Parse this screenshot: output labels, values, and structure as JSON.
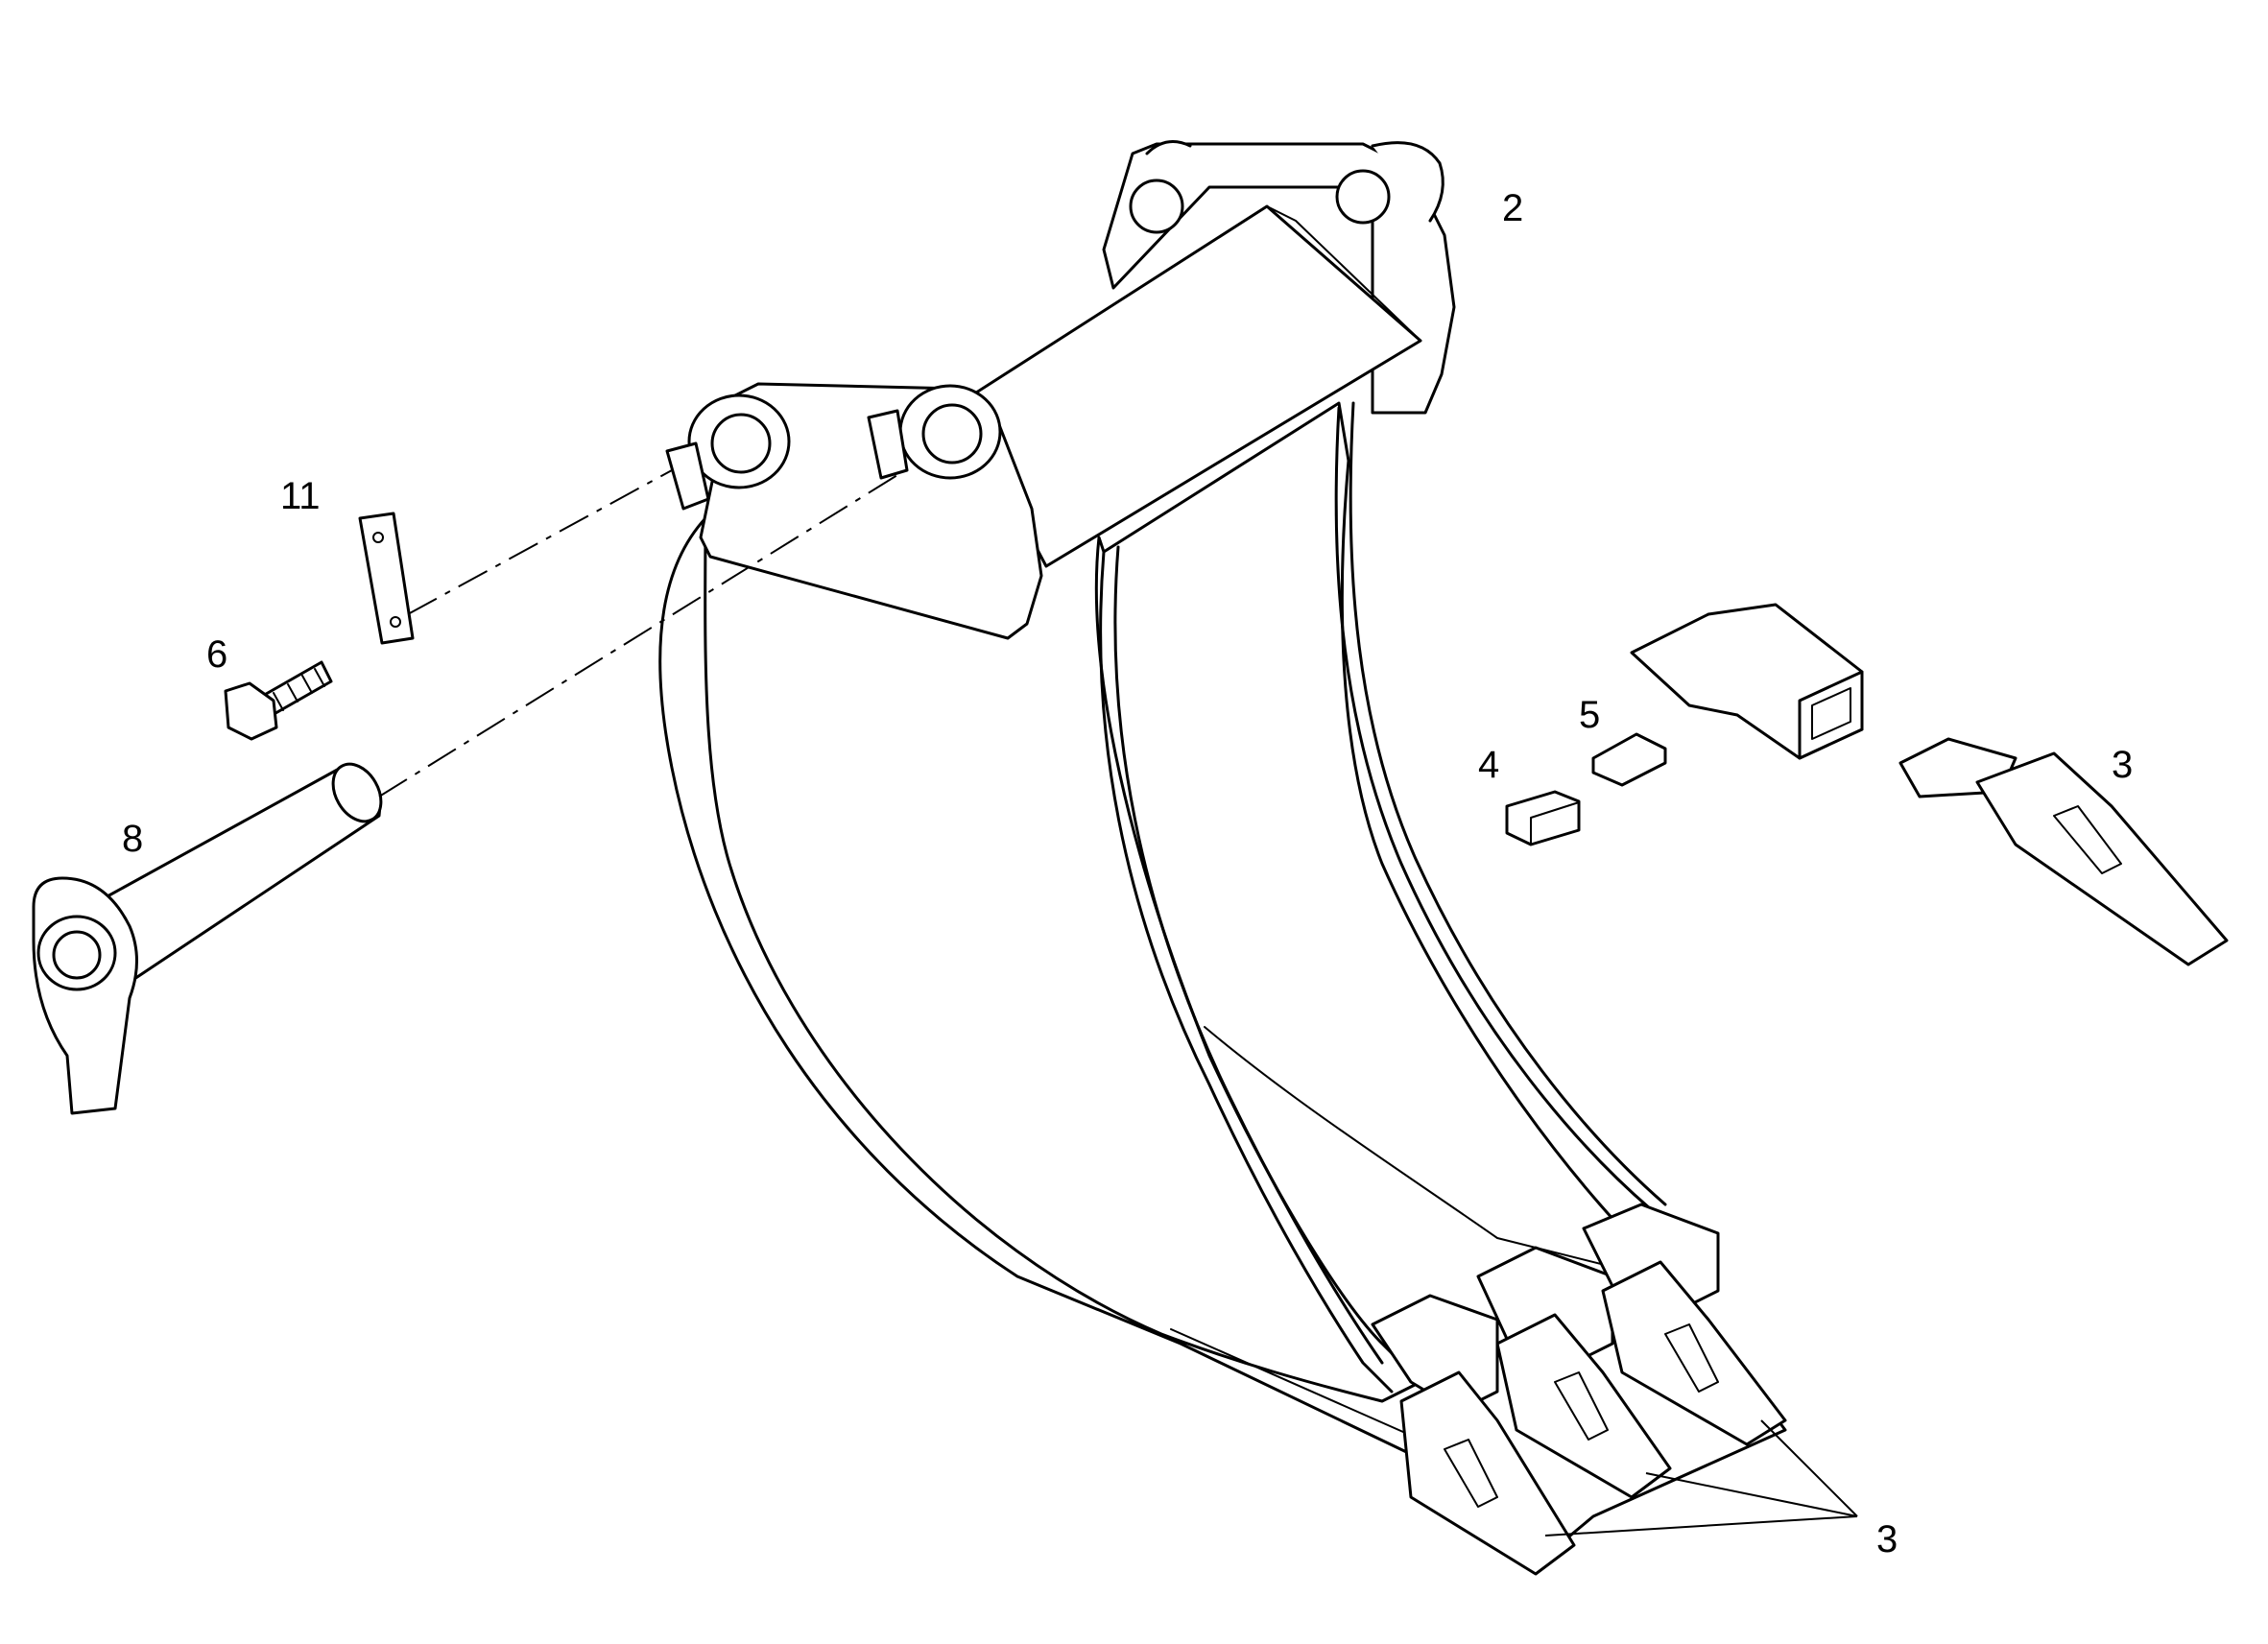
{
  "callouts": {
    "mounting_bracket": "2",
    "shim_plate": "11",
    "bolt": "6",
    "pin": "8",
    "tooth_upper_right": "3",
    "tooth_group": "3",
    "wedge": "4",
    "retainer": "5"
  },
  "colors": {
    "ink": "#000000",
    "paper": "#ffffff"
  }
}
